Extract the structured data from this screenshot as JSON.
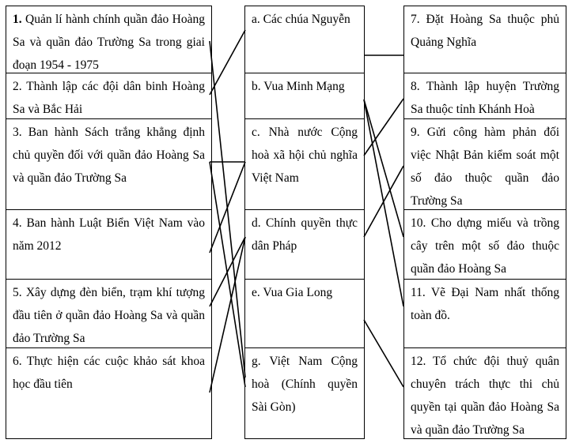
{
  "left_items": [
    {
      "num": "1.",
      "text": "Quản lí hành chính quần đảo Hoàng Sa và quần đảo Trường Sa trong giai đoạn 1954 - 1975"
    },
    {
      "num": "2.",
      "text": "Thành lập các đội dân binh Hoàng Sa và Bắc Hải"
    },
    {
      "num": "3.",
      "text": "Ban hành Sách trắng khẳng định chủ quyền đối với quần đảo Hoàng Sa và quần đảo Trường Sa"
    },
    {
      "num": "4.",
      "text": "Ban hành Luật Biển Việt Nam vào năm 2012"
    },
    {
      "num": "5.",
      "text": "Xây dựng đèn biển, trạm khí tượng đầu tiên ở quần đảo Hoàng Sa và quần đảo Trường Sa"
    },
    {
      "num": "6.",
      "text": "Thực hiện các cuộc khảo sát khoa học đầu tiên"
    }
  ],
  "middle_items": [
    {
      "text": "a. Các chúa Nguyễn"
    },
    {
      "text": "b. Vua Minh Mạng"
    },
    {
      "text": "c. Nhà nước Cộng hoà xã hội chủ nghĩa Việt Nam"
    },
    {
      "text": "d. Chính quyền thực dân Pháp"
    },
    {
      "text": "e. Vua Gia Long"
    },
    {
      "text": "g. Việt Nam Cộng hoà (Chính quyền Sài Gòn)"
    }
  ],
  "right_items": [
    {
      "text": "7. Đặt Hoàng Sa thuộc phủ Quảng Nghĩa"
    },
    {
      "text": "8. Thành lập huyện Trường Sa thuộc tỉnh Khánh Hoà"
    },
    {
      "text": "9. Gửi công hàm phản đối việc Nhật Bản kiểm soát một số đảo thuộc quần đảo Trường Sa"
    },
    {
      "text": "10. Cho dựng miếu và trồng cây trên một số đảo thuộc quần đảo Hoàng Sa"
    },
    {
      "text": "11. Vẽ Đại Nam nhất thống toàn đồ."
    },
    {
      "text": "12. Tổ chức đội thuỷ quân chuyên trách thực thi chủ quyền tại quần đảo Hoàng Sa và quần đảo Trường Sa"
    }
  ],
  "connections_left_middle": [
    [
      "1",
      "g"
    ],
    [
      "2",
      "a"
    ],
    [
      "3",
      "c"
    ],
    [
      "3",
      "g"
    ],
    [
      "4",
      "c"
    ],
    [
      "5",
      "d"
    ],
    [
      "6",
      "d"
    ]
  ],
  "connections_middle_right": [
    [
      "a",
      "7"
    ],
    [
      "b",
      "10"
    ],
    [
      "b",
      "11"
    ],
    [
      "c",
      "8"
    ],
    [
      "d",
      "9"
    ],
    [
      "e",
      "12"
    ]
  ]
}
